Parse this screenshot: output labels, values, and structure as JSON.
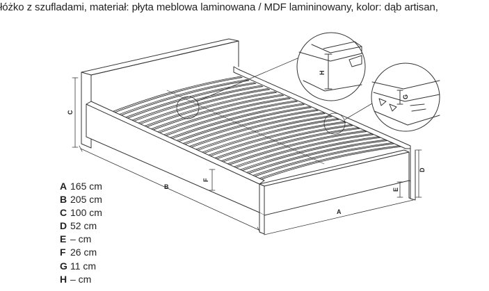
{
  "caption": "łóżko z szufladami, materiał: płyta meblowa laminowana / MDF lamininowany, kolor: dąb artisan,",
  "dimension_labels": {
    "a": "A",
    "b": "B",
    "c": "C",
    "d": "D",
    "e": "E",
    "f": "F",
    "g": "G",
    "h": "H"
  },
  "legend": [
    {
      "key": "A",
      "value": "165 cm"
    },
    {
      "key": "B",
      "value": "205 cm"
    },
    {
      "key": "C",
      "value": "100 cm"
    },
    {
      "key": "D",
      "value": "52 cm"
    },
    {
      "key": "E",
      "value": "– cm"
    },
    {
      "key": "F",
      "value": "26 cm"
    },
    {
      "key": "G",
      "value": "11 cm"
    },
    {
      "key": "H",
      "value": "– cm"
    }
  ],
  "slat_count": 24,
  "colors": {
    "line": "#333333",
    "text": "#222222"
  }
}
